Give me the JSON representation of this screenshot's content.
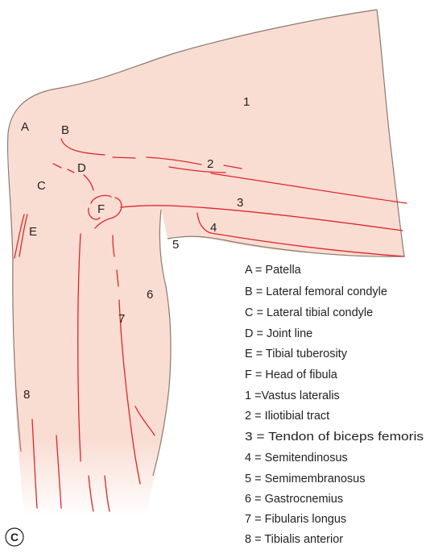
{
  "colors": {
    "skin": "#f9ddd3",
    "line": "#e0262b",
    "outline": "#8a7a6e",
    "text": "#231f20"
  },
  "labels": {
    "A": "A",
    "B": "B",
    "C": "C",
    "D": "D",
    "E": "E",
    "F": "F",
    "n1": "1",
    "n2": "2",
    "n3": "3",
    "n4": "4",
    "n5": "5",
    "n6": "6",
    "n7": "7",
    "n8": "8"
  },
  "legend": [
    "A = Patella",
    "B = Lateral femoral condyle",
    "C = Lateral tibial condyle",
    "D = Joint line",
    "E = Tibial tuberosity",
    "F = Head of fibula",
    "1 =Vastus lateralis",
    "2 = Iliotibial tract",
    "3 = Tendon of biceps femoris",
    "4 = Semitendinosus",
    "5 = Semimembranosus",
    "6 = Gastrocnemius",
    "7 = Fibularis longus",
    "8 =  Tibialis anterior"
  ],
  "panel_label": "C"
}
